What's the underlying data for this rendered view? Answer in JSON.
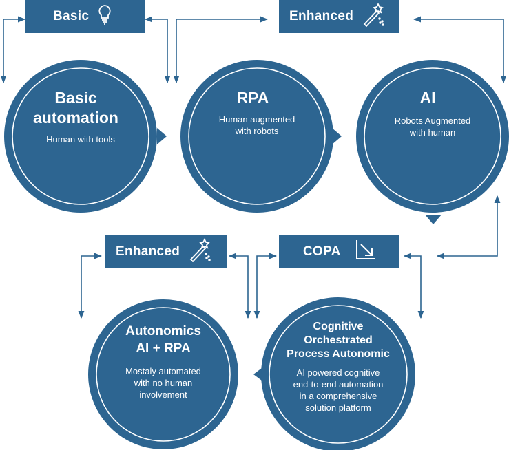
{
  "tags": {
    "basic": "Basic",
    "enhanced_top": "Enhanced",
    "enhanced_bottom": "Enhanced",
    "copa": "COPA"
  },
  "circles": {
    "basic": {
      "title1": "Basic",
      "title2": "automation",
      "body": "Human with tools"
    },
    "rpa": {
      "title": "RPA",
      "body1": "Human augmented",
      "body2": "with robots"
    },
    "ai": {
      "title": "AI",
      "body1": "Robots Augmented",
      "body2": "with human"
    },
    "autonomics": {
      "title1": "Autonomics",
      "title2": "AI + RPA",
      "body1": "Mostaly automated",
      "body2": "with no human",
      "body3": "involvement"
    },
    "copa": {
      "title1": "Cognitive",
      "title2": "Orchestrated",
      "title3": "Process Autonomic",
      "body1": "AI powered cognitive",
      "body2": "end-to-end automation",
      "body3": "in a comprehensive",
      "body4": "solution platform"
    }
  },
  "colors": {
    "circle": "#2d6591",
    "ring": "#ffffff",
    "line": "#2d6591",
    "tag": "#2d6591",
    "text": "#ffffff"
  },
  "icons": {
    "basic": "lightbulb-icon",
    "enhanced": "magic-wand-icon",
    "copa": "diagonal-arrow-icon"
  }
}
